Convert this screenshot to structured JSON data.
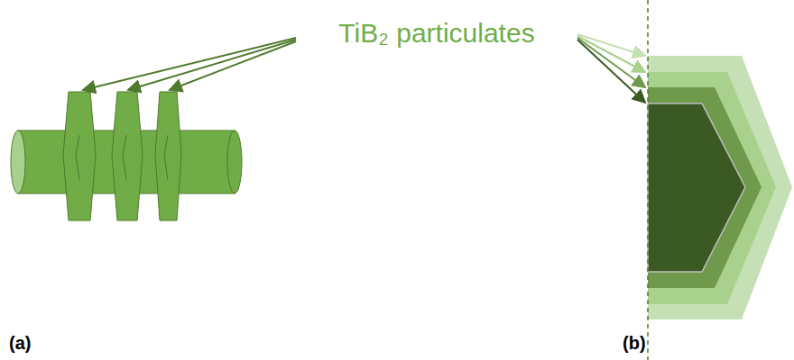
{
  "diagram": {
    "labels": [
      "TiB₂ particulates",
      "(a)",
      "(b)"
    ]
  }
}
